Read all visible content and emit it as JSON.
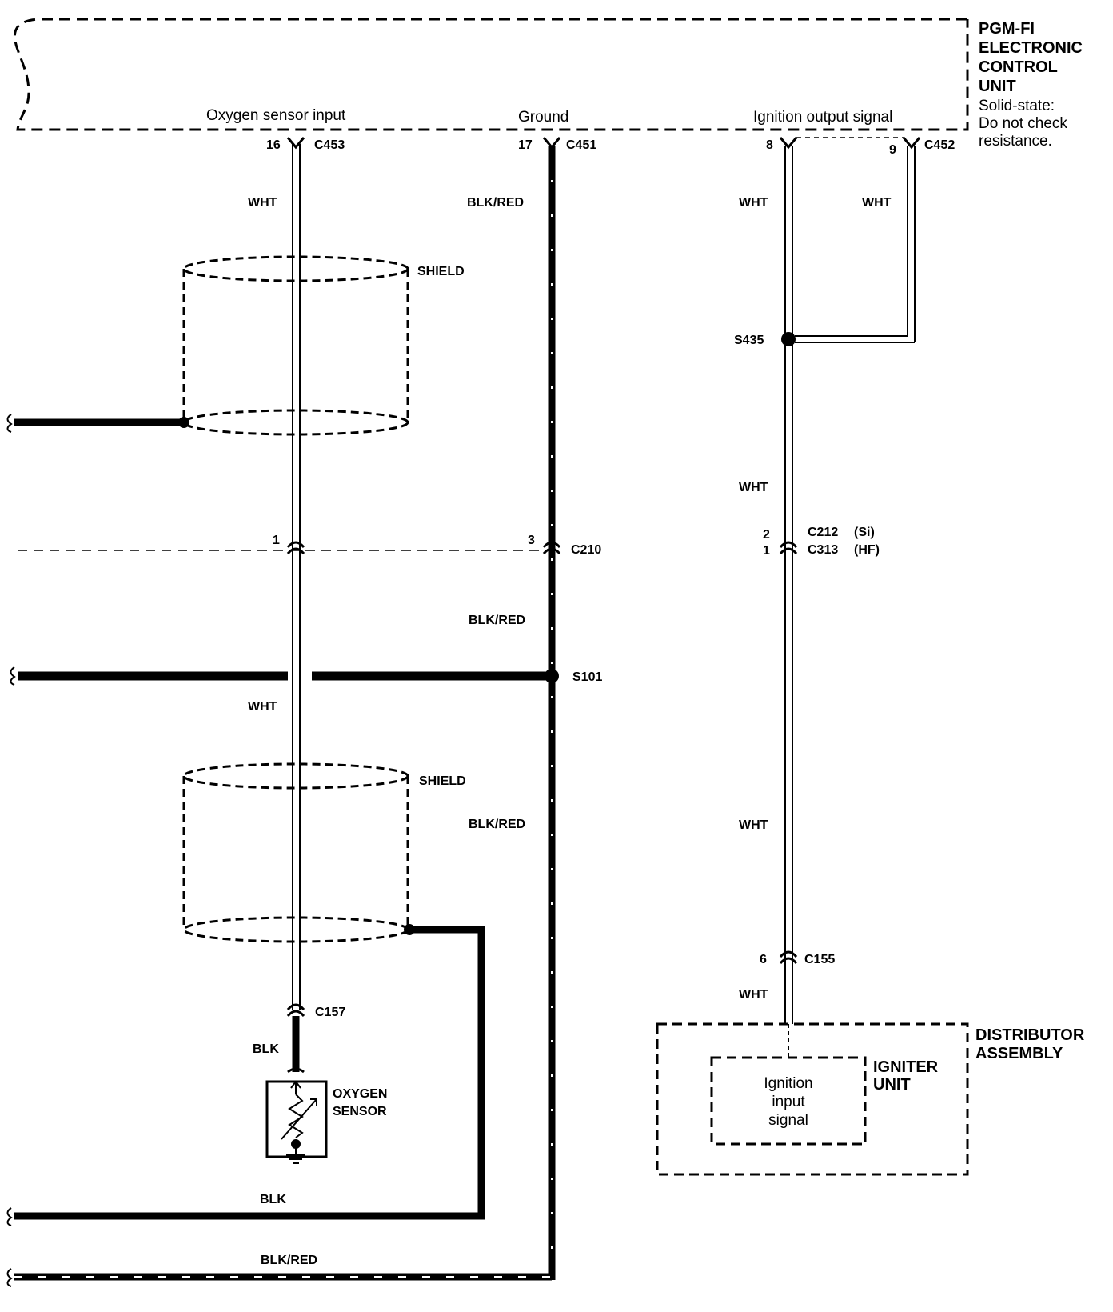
{
  "ecu": {
    "title_lines": [
      "PGM-FI",
      "ELECTRONIC",
      "CONTROL",
      "UNIT"
    ],
    "note_lines": [
      "Solid-state:",
      "Do not check",
      "resistance."
    ],
    "oxygen_label": "Oxygen sensor input",
    "ground_label": "Ground",
    "ignition_label": "Ignition output signal"
  },
  "connectors": {
    "c453": "C453",
    "c453_pin": "16",
    "c451": "C451",
    "c451_pin": "17",
    "c452": "C452",
    "c452_pin_a": "8",
    "c452_pin_b": "9",
    "c210": "C210",
    "c210_pin_a": "1",
    "c210_pin_b": "3",
    "c212": "C212",
    "c212_pin": "2",
    "c212_tag": "(Si)",
    "c313": "C313",
    "c313_pin": "1",
    "c313_tag": "(HF)",
    "c155": "C155",
    "c155_pin": "6",
    "c157": "C157"
  },
  "splices": {
    "s435": "S435",
    "s101": "S101"
  },
  "wires": {
    "wht": "WHT",
    "blk_red": "BLK/RED",
    "blk": "BLK"
  },
  "shield": "SHIELD",
  "oxygen_sensor_lines": [
    "OXYGEN",
    "SENSOR"
  ],
  "distributor_lines": [
    "DISTRIBUTOR",
    "ASSEMBLY"
  ],
  "igniter_lines": [
    "IGNITER",
    "UNIT"
  ],
  "ignition_input_lines": [
    "Ignition",
    "input",
    "signal"
  ]
}
